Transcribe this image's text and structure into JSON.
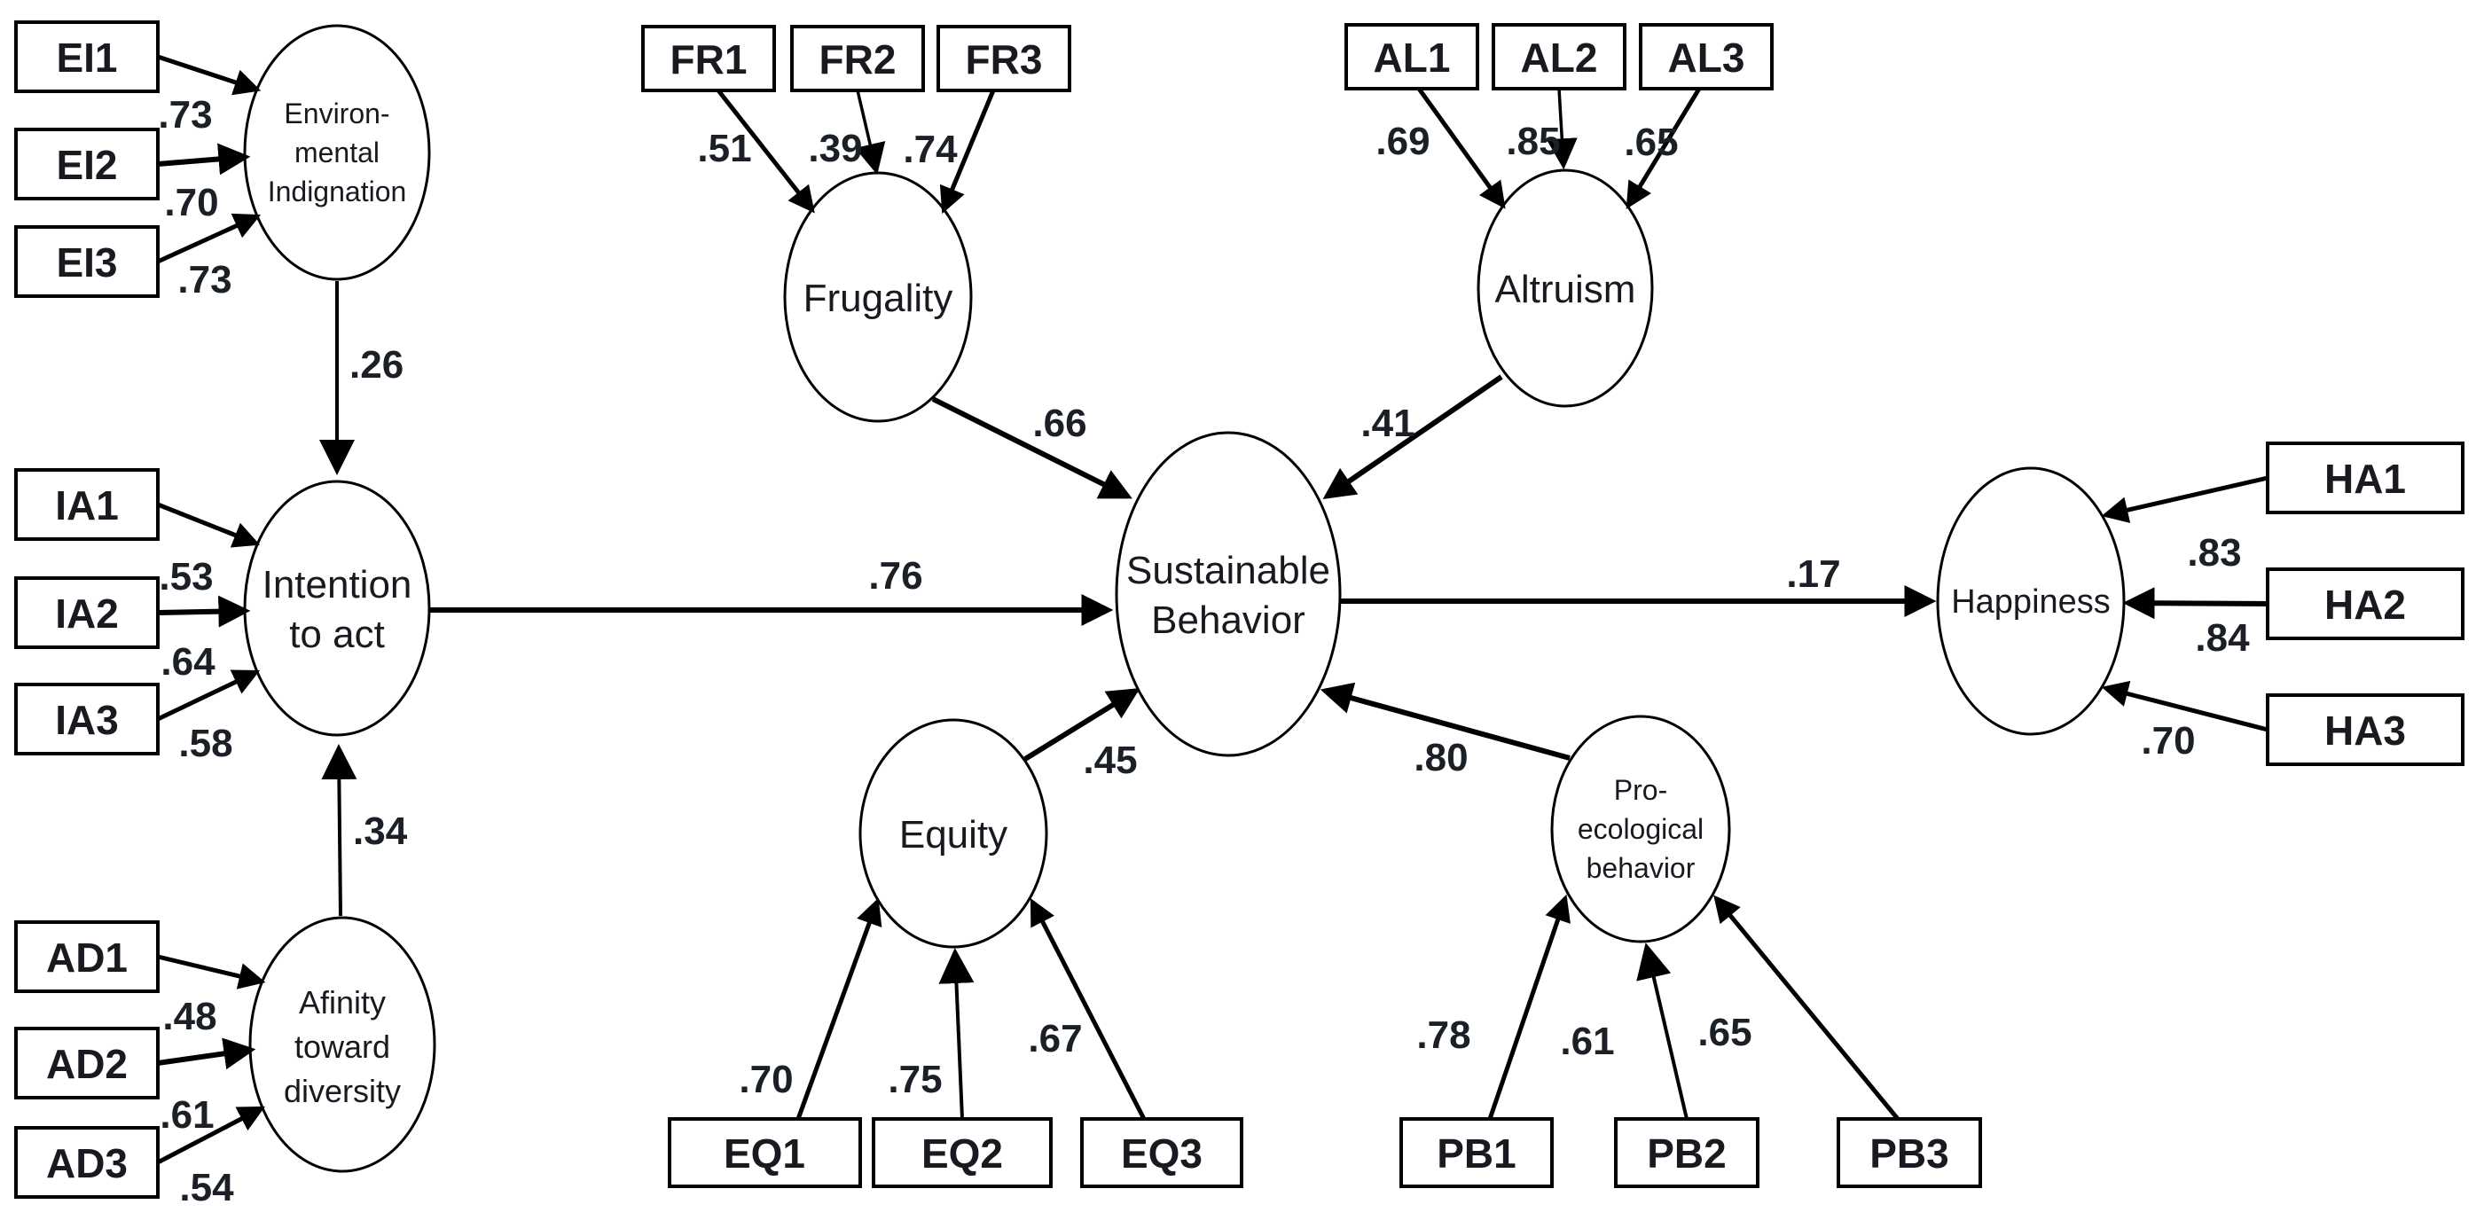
{
  "diagram_type": "structural-equation-model-path-diagram",
  "colors": {
    "line": "#000000",
    "text": "#1b1f26",
    "background": "#ffffff"
  },
  "nodes": {
    "ei": {
      "label_lines": [
        "Environ-",
        "mental",
        "Indignation"
      ],
      "indicators": [
        {
          "name": "EI1",
          "loading": ".73"
        },
        {
          "name": "EI2",
          "loading": ".70"
        },
        {
          "name": "EI3",
          "loading": ".73"
        }
      ]
    },
    "ia": {
      "label_lines": [
        "Intention",
        "to act"
      ],
      "indicators": [
        {
          "name": "IA1",
          "loading": ".53"
        },
        {
          "name": "IA2",
          "loading": ".64"
        },
        {
          "name": "IA3",
          "loading": ".58"
        }
      ]
    },
    "ad": {
      "label_lines": [
        "Afinity",
        "toward",
        "diversity"
      ],
      "indicators": [
        {
          "name": "AD1",
          "loading": ".48"
        },
        {
          "name": "AD2",
          "loading": ".61"
        },
        {
          "name": "AD3",
          "loading": ".54"
        }
      ]
    },
    "fr": {
      "label_lines": [
        "Frugality"
      ],
      "indicators": [
        {
          "name": "FR1",
          "loading": ".51"
        },
        {
          "name": "FR2",
          "loading": ".39"
        },
        {
          "name": "FR3",
          "loading": ".74"
        }
      ]
    },
    "al": {
      "label_lines": [
        "Altruism"
      ],
      "indicators": [
        {
          "name": "AL1",
          "loading": ".69"
        },
        {
          "name": "AL2",
          "loading": ".85"
        },
        {
          "name": "AL3",
          "loading": ".65"
        }
      ]
    },
    "sb": {
      "label_lines": [
        "Sustainable",
        "Behavior"
      ]
    },
    "eq": {
      "label_lines": [
        "Equity"
      ],
      "indicators": [
        {
          "name": "EQ1",
          "loading": ".70"
        },
        {
          "name": "EQ2",
          "loading": ".75"
        },
        {
          "name": "EQ3",
          "loading": ".67"
        }
      ]
    },
    "pb": {
      "label_lines": [
        "Pro-",
        "ecological",
        "behavior"
      ],
      "indicators": [
        {
          "name": "PB1",
          "loading": ".78"
        },
        {
          "name": "PB2",
          "loading": ".61"
        },
        {
          "name": "PB3",
          "loading": ".65"
        }
      ]
    },
    "ha": {
      "label_lines": [
        "Happiness"
      ],
      "indicators": [
        {
          "name": "HA1",
          "loading": ".83"
        },
        {
          "name": "HA2",
          "loading": ".84"
        },
        {
          "name": "HA3",
          "loading": ".70"
        }
      ]
    }
  },
  "paths": {
    "ei_ia": {
      "from": "Environmental Indignation",
      "to": "Intention to act",
      "label": ".26"
    },
    "ad_ia": {
      "from": "Afinity toward diversity",
      "to": "Intention to act",
      "label": ".34"
    },
    "ia_sb": {
      "from": "Intention to act",
      "to": "Sustainable Behavior",
      "label": ".76"
    },
    "fr_sb": {
      "from": "Frugality",
      "to": "Sustainable Behavior",
      "label": ".66"
    },
    "al_sb": {
      "from": "Altruism",
      "to": "Sustainable Behavior",
      "label": ".41"
    },
    "eq_sb": {
      "from": "Equity",
      "to": "Sustainable Behavior",
      "label": ".45"
    },
    "pb_sb": {
      "from": "Pro-ecological behavior",
      "to": "Sustainable Behavior",
      "label": ".80"
    },
    "sb_ha": {
      "from": "Sustainable Behavior",
      "to": "Happiness",
      "label": ".17"
    }
  }
}
